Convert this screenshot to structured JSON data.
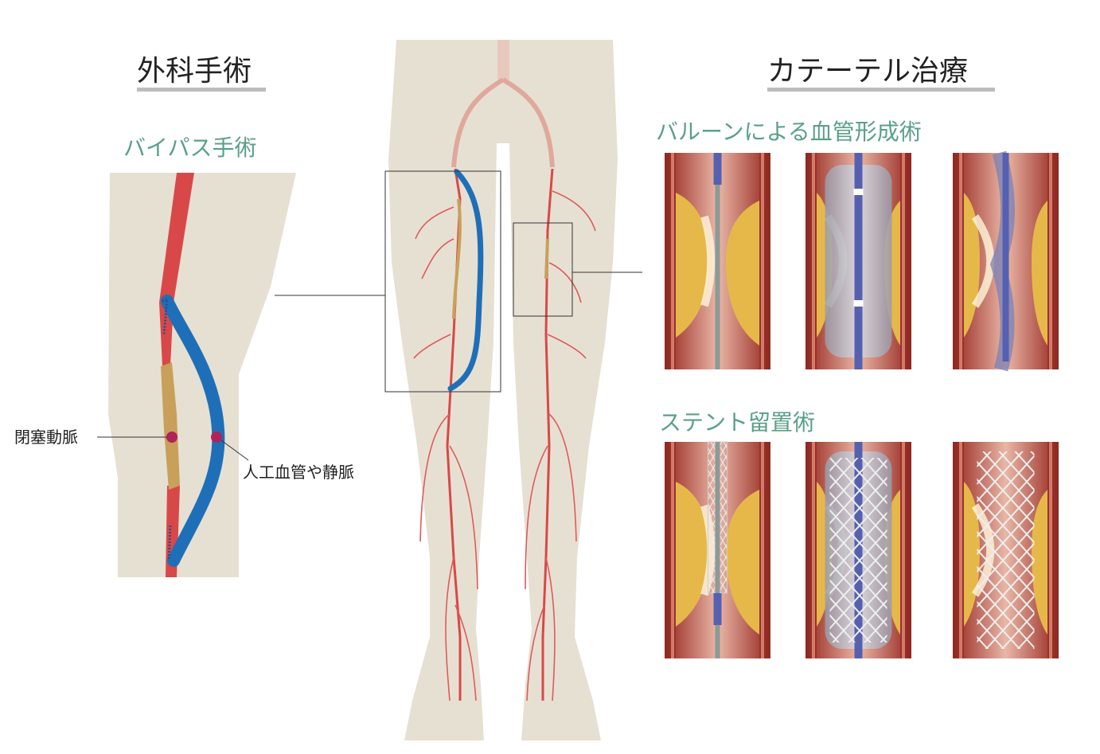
{
  "sections": {
    "surgery": {
      "title": "外科手術",
      "bypass": {
        "title": "バイパス手術",
        "labels": {
          "occluded_artery": "閉塞動脈",
          "graft": "人工血管や静脈"
        }
      }
    },
    "catheter": {
      "title": "カテーテル治療",
      "balloon": {
        "title": "バルーンによる血管形成術"
      },
      "stent": {
        "title": "ステント留置術"
      }
    }
  },
  "colors": {
    "skin": "#e6e0d3",
    "artery": "#d94848",
    "graft": "#1f6fb8",
    "occluded": "#c8a05a",
    "subheading": "#5aa089",
    "underline": "#bdbdbd",
    "marker": "#b0225a",
    "vessel_wall": "#b3362e",
    "plaque": "#e6b84a",
    "catheter": "#5560b0"
  }
}
